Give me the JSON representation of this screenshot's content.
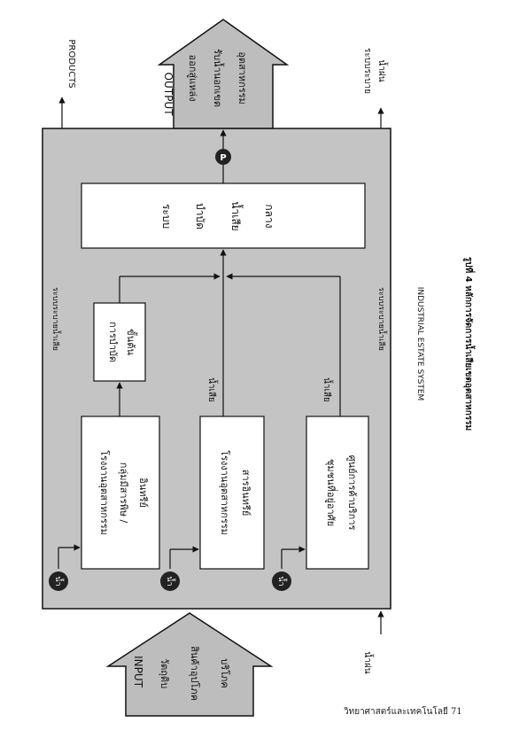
{
  "diagram": {
    "output_label": "OUTPUT",
    "output_items": [
      "ออกสู่แหล่ง",
      "รับน้ำนอกเขต",
      "อุตสาหกรรม"
    ],
    "input_label": "INPUT",
    "input_items": [
      "วัตถุดิบ",
      "สินค้าอุปโภค",
      "บริโภค"
    ],
    "products_label": "PRODUCTS",
    "storm_drain_label": [
      "ระบบระบาย",
      "น้ำฝน"
    ],
    "rain_label": "น้ำฝน",
    "water_badge": "น้ำ",
    "pump_badge": "P",
    "sewer_top_label": "ระบบระบายน้ำเสีย",
    "sewer_bottom_label": "ระบบระบายน้ำเสีย",
    "wastewater_label": "น้ำเสีย",
    "factory1": [
      "โรงงานอุตสาหกรรม",
      "กลุ่มมีสารพิษ /",
      "อินทรีย์"
    ],
    "pretreat": [
      "การบำบัด",
      "ขั้นต้น"
    ],
    "factory2": [
      "โรงงานอุตสาหกรรม",
      "สารอินทรีย์"
    ],
    "community": [
      "ชุมชนที่อยู่อาศัย",
      "ศูนย์การค้าบริการ"
    ],
    "central": [
      "ระบบ",
      "บำบัด",
      "น้ำเสีย",
      "กลาง"
    ],
    "system_caption": "INDUSTRIAL ESTATE SYSTEM",
    "figure_caption": "รูปที่ 4  หลักการจัดการน้ำเสียเขตอุตสาหกรรม"
  },
  "footer": "วิทยาศาสตร์และเทคโนโลยี  71"
}
